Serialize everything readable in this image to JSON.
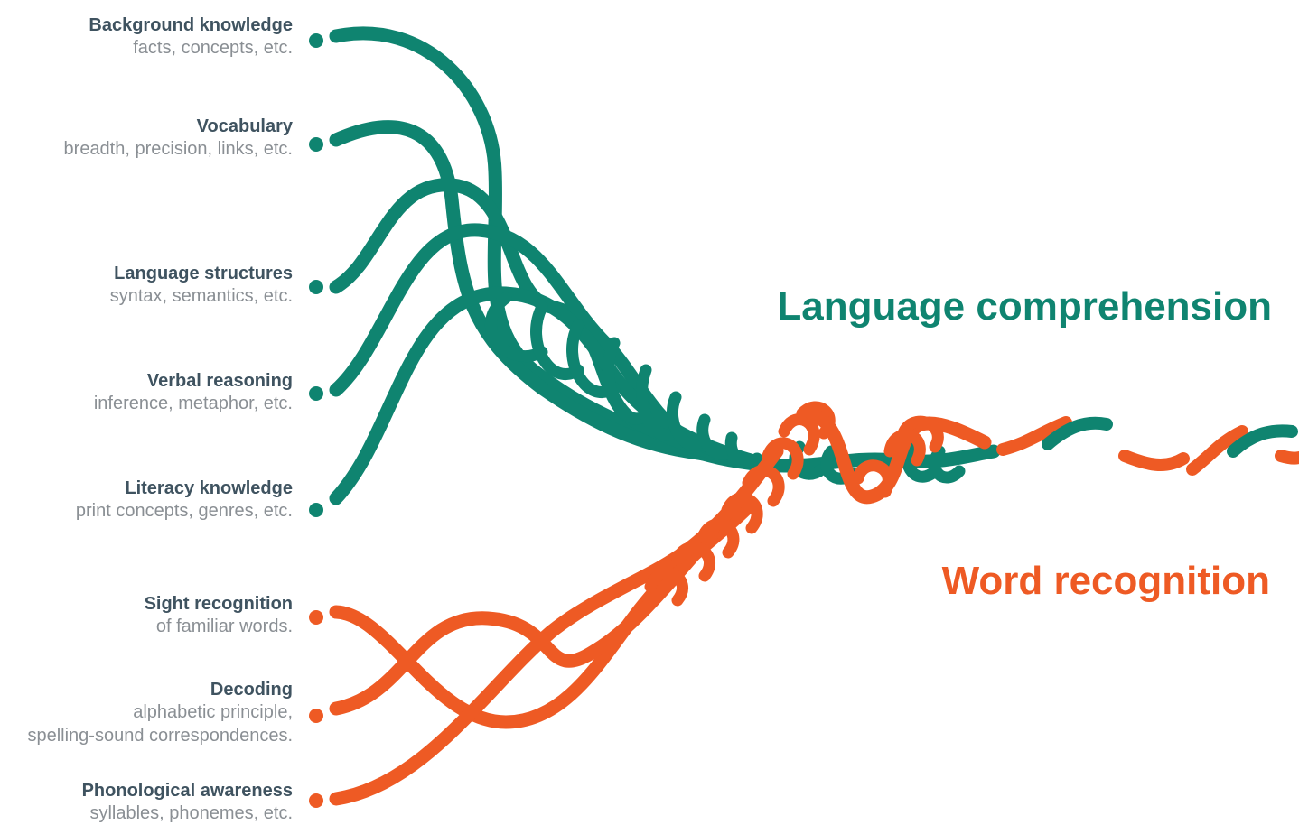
{
  "colors": {
    "language": "#0f8470",
    "word": "#ee5a24",
    "label_title": "#3f5360",
    "label_sub": "#8a8f94"
  },
  "strands": {
    "language": [
      {
        "title": "Background knowledge",
        "subtitle": "facts, concepts, etc."
      },
      {
        "title": "Vocabulary",
        "subtitle": "breadth, precision, links, etc."
      },
      {
        "title": "Language structures",
        "subtitle": "syntax, semantics, etc."
      },
      {
        "title": "Verbal reasoning",
        "subtitle": "inference, metaphor, etc."
      },
      {
        "title": "Literacy knowledge",
        "subtitle": "print concepts, genres, etc."
      }
    ],
    "word": [
      {
        "title": "Sight recognition",
        "subtitle": "of familiar words."
      },
      {
        "title": "Decoding",
        "subtitle_line1": "alphabetic principle,",
        "subtitle_line2": "spelling-sound correspondences."
      },
      {
        "title": "Phonological awareness",
        "subtitle": "syllables, phonemes, etc."
      }
    ]
  },
  "headlines": {
    "language": "Language comprehension",
    "word": "Word recognition"
  }
}
